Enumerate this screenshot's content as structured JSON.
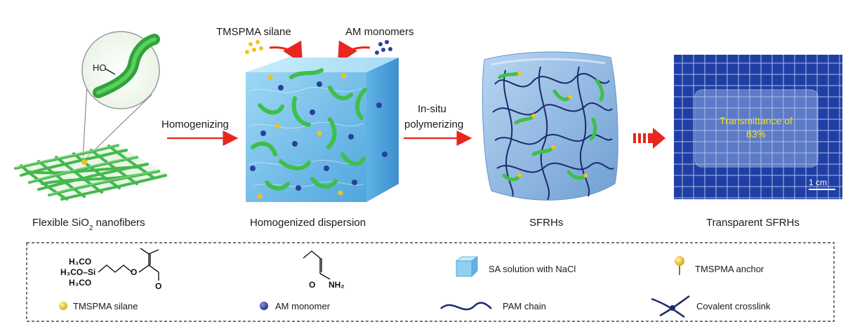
{
  "labels": {
    "tmspma_silane_top": "TMSPMA silane",
    "am_monomers_top": "AM monomers",
    "homogenizing": "Homogenizing",
    "insitu_line1": "In-situ",
    "insitu_line2": "polymerizing",
    "transmittance_line1": "Transmittance of",
    "transmittance_line2": "83%",
    "scale_bar": "1 cm",
    "ho_label": "HO"
  },
  "captions": {
    "panel1_prefix": "Flexible SiO",
    "panel1_sub": "2",
    "panel1_suffix": " nanofibers",
    "panel2": "Homogenized dispersion",
    "panel3": "SFRHs",
    "panel4": "Transparent SFRHs"
  },
  "legend": {
    "tmspma_formula_lines": [
      "H₃CO",
      "H₃CO–Si",
      "H₃CO"
    ],
    "am_formula_nh2": "NH₂",
    "am_formula_o": "O",
    "tmspma_formula_o": "O",
    "tmspma_silane": "TMSPMA silane",
    "am_monomer": "AM monomer",
    "sa_solution": "SA solution with NaCl",
    "pam_chain": "PAM chain",
    "tmspma_anchor": "TMSPMA anchor",
    "covalent_crosslink": "Covalent crosslink"
  },
  "colors": {
    "red_arrow": "#e8261d",
    "silane_yellow": "#f2c21a",
    "monomer_blue": "#2b3f9e",
    "fiber_green": "#3fbf4a",
    "cube_blue": "#7ec3ea",
    "chain_navy": "#1c2a6b",
    "grid_blue": "#1f3fa5"
  }
}
